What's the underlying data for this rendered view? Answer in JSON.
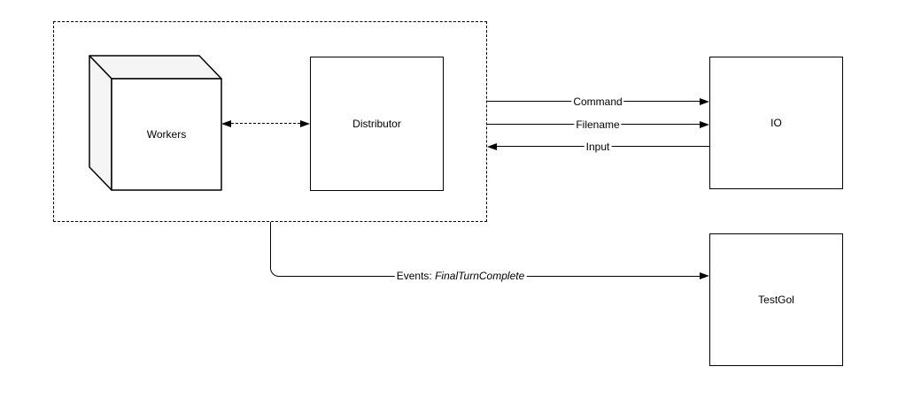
{
  "diagram": {
    "type": "architecture-diagram",
    "background_color": "#ffffff",
    "stroke_color": "#000000",
    "cube_shade_color": "#f5f5f5",
    "node_fill_color": "#ffffff",
    "nodes": {
      "workers": {
        "label": "Workers",
        "shape": "cube"
      },
      "distributor": {
        "label": "Distributor",
        "shape": "rectangle"
      },
      "io": {
        "label": "IO",
        "shape": "rectangle"
      },
      "testgol": {
        "label": "TestGol",
        "shape": "rectangle"
      }
    },
    "group": {
      "style": "dashed-rectangle",
      "contains": "Workers, Distributor"
    },
    "edges": {
      "workers_distributor": {
        "style": "dashed",
        "direction": "bidirectional",
        "label": ""
      },
      "command": {
        "label": "Command",
        "from": "group",
        "to": "IO",
        "direction": "right"
      },
      "filename": {
        "label": "Filename",
        "from": "group",
        "to": "IO",
        "direction": "right"
      },
      "input": {
        "label": "Input",
        "from": "IO",
        "to": "group",
        "direction": "left"
      },
      "events": {
        "label_prefix": "Events: ",
        "label_event": "FinalTurnComplete",
        "from": "group",
        "to": "TestGol",
        "direction": "right"
      }
    }
  }
}
